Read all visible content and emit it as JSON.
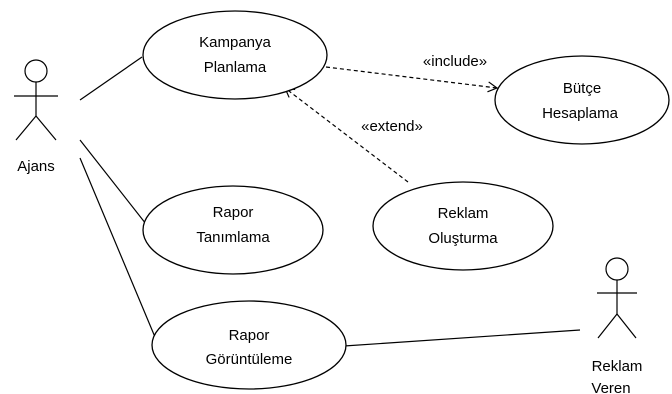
{
  "actors": {
    "left": {
      "label": "Ajans"
    },
    "right": {
      "line1": "Reklam",
      "line2": "Veren"
    }
  },
  "use_cases": {
    "kampanya": {
      "line1": "Kampanya",
      "line2": "Planlama"
    },
    "butce": {
      "line1": "Bütçe",
      "line2": "Hesaplama"
    },
    "rapor_tanimlama": {
      "line1": "Rapor",
      "line2": "Tanımlama"
    },
    "reklam_olusturma": {
      "line1": "Reklam",
      "line2": "Oluşturma"
    },
    "rapor_goruntuleme": {
      "line1": "Rapor",
      "line2": "Görüntüleme"
    }
  },
  "relations": {
    "include": "«include»",
    "extend": "«extend»"
  }
}
